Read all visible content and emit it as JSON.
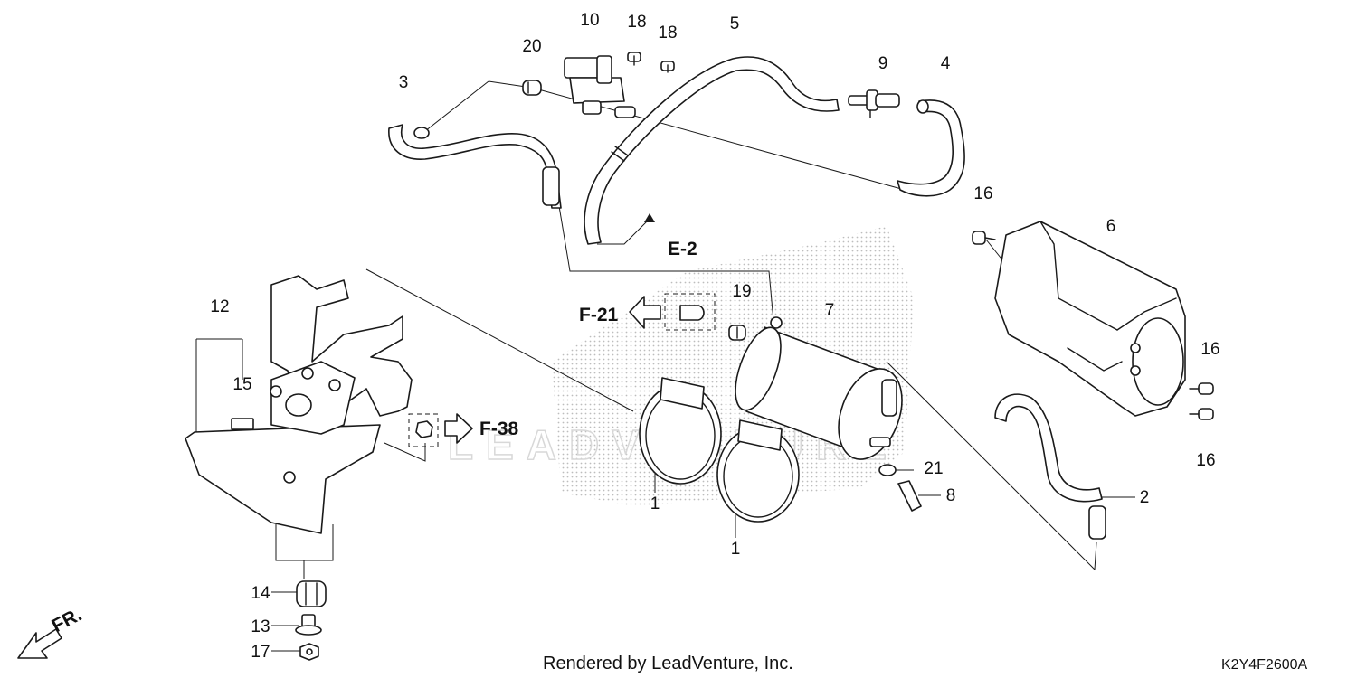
{
  "callouts": {
    "c1a": "1",
    "c1b": "1",
    "c2": "2",
    "c3": "3",
    "c4": "4",
    "c5": "5",
    "c6": "6",
    "c7": "7",
    "c8": "8",
    "c9": "9",
    "c10": "10",
    "c12": "12",
    "c13": "13",
    "c14": "14",
    "c15": "15",
    "c16a": "16",
    "c16b": "16",
    "c16c": "16",
    "c17": "17",
    "c18a": "18",
    "c18b": "18",
    "c19": "19",
    "c20": "20",
    "c21": "21"
  },
  "references": {
    "e2": "E-2",
    "f21": "F-21",
    "f38": "F-38"
  },
  "front_indicator": "FR.",
  "footer": "Rendered by LeadVenture, Inc.",
  "diagram_code": "K2Y4F2600A",
  "watermark": "LEADVENTURE",
  "colors": {
    "line": "#1a1a1a",
    "halftone": "#c8c8c8",
    "background": "#ffffff"
  }
}
